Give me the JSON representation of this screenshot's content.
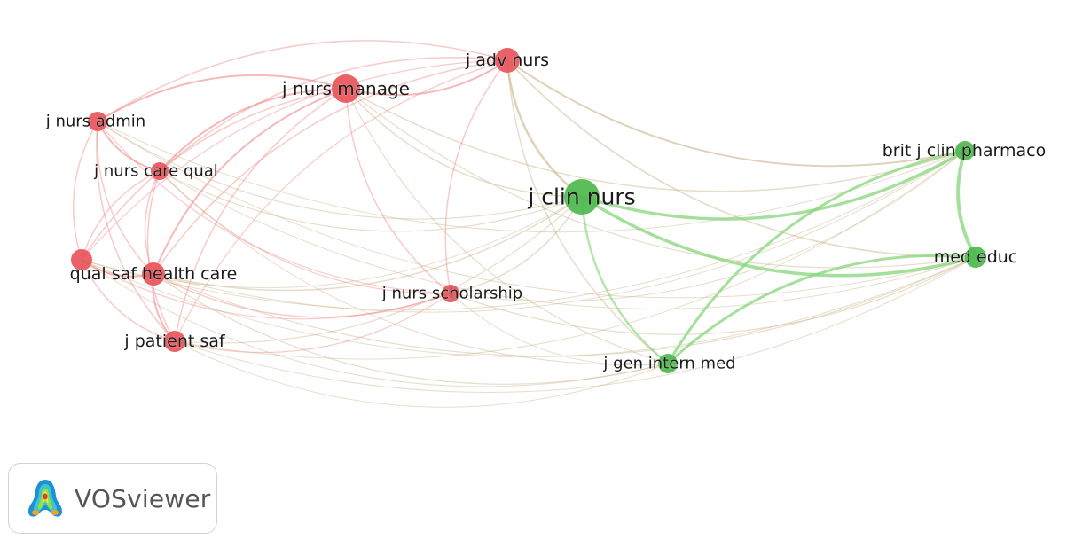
{
  "colors": {
    "cluster_red": "#e8545a",
    "cluster_green": "#4cb84c",
    "edge_red": "#f08a8a",
    "edge_green": "#86d57a",
    "edge_mixed": "#c9b48a"
  },
  "nodes": [
    {
      "id": "jnm",
      "label": "j nurs manage",
      "cluster": "red"
    },
    {
      "id": "jan",
      "label": "j adv nurs",
      "cluster": "red"
    },
    {
      "id": "jna",
      "label": "j nurs admin",
      "cluster": "red"
    },
    {
      "id": "jncq",
      "label": "j nurs care qual",
      "cluster": "red"
    },
    {
      "id": "qs",
      "label": "",
      "cluster": "red"
    },
    {
      "id": "qshc",
      "label": "qual saf health care",
      "cluster": "red"
    },
    {
      "id": "jps",
      "label": "j patient saf",
      "cluster": "red"
    },
    {
      "id": "jns",
      "label": "j nurs scholarship",
      "cluster": "red"
    },
    {
      "id": "jcn",
      "label": "j clin nurs",
      "cluster": "green"
    },
    {
      "id": "bjcp",
      "label": "brit j clin pharmaco",
      "cluster": "green"
    },
    {
      "id": "me",
      "label": "med educ",
      "cluster": "green"
    },
    {
      "id": "jgim",
      "label": "j gen intern med",
      "cluster": "green"
    }
  ],
  "links": [
    [
      "jnm",
      "jan",
      2
    ],
    [
      "jnm",
      "jna",
      2
    ],
    [
      "jnm",
      "jncq",
      2
    ],
    [
      "jnm",
      "qshc",
      2
    ],
    [
      "jnm",
      "jps",
      1.5
    ],
    [
      "jnm",
      "jns",
      1.5
    ],
    [
      "jnm",
      "qs",
      1.5
    ],
    [
      "jnm",
      "jcn",
      1.5
    ],
    [
      "jnm",
      "bjcp",
      1.5
    ],
    [
      "jnm",
      "me",
      1.2
    ],
    [
      "jnm",
      "jgim",
      1.2
    ],
    [
      "jan",
      "jna",
      1.5
    ],
    [
      "jan",
      "jncq",
      1.5
    ],
    [
      "jan",
      "qshc",
      1.5
    ],
    [
      "jan",
      "jps",
      1.2
    ],
    [
      "jan",
      "jns",
      1.5
    ],
    [
      "jan",
      "qs",
      1.2
    ],
    [
      "jan",
      "jcn",
      2.5
    ],
    [
      "jan",
      "bjcp",
      2
    ],
    [
      "jan",
      "me",
      1.8
    ],
    [
      "jan",
      "jgim",
      1.5
    ],
    [
      "jna",
      "jncq",
      2
    ],
    [
      "jna",
      "qshc",
      1.5
    ],
    [
      "jna",
      "jps",
      1.5
    ],
    [
      "jna",
      "qs",
      1.5
    ],
    [
      "jna",
      "jns",
      1.2
    ],
    [
      "jna",
      "jcn",
      1.2
    ],
    [
      "jna",
      "bjcp",
      1
    ],
    [
      "jna",
      "me",
      1
    ],
    [
      "jncq",
      "qshc",
      1.5
    ],
    [
      "jncq",
      "jps",
      1.5
    ],
    [
      "jncq",
      "qs",
      1.5
    ],
    [
      "jncq",
      "jns",
      1.2
    ],
    [
      "jncq",
      "jcn",
      1.2
    ],
    [
      "jncq",
      "jgim",
      1
    ],
    [
      "jncq",
      "me",
      1
    ],
    [
      "qs",
      "qshc",
      2
    ],
    [
      "qs",
      "jps",
      1.5
    ],
    [
      "qs",
      "jns",
      1.2
    ],
    [
      "qs",
      "jcn",
      1
    ],
    [
      "qs",
      "jgim",
      1
    ],
    [
      "qs",
      "me",
      1
    ],
    [
      "qs",
      "bjcp",
      1
    ],
    [
      "qshc",
      "jps",
      2
    ],
    [
      "qshc",
      "jns",
      1.5
    ],
    [
      "qshc",
      "jcn",
      1.5
    ],
    [
      "qshc",
      "jgim",
      1.2
    ],
    [
      "qshc",
      "me",
      1.2
    ],
    [
      "qshc",
      "bjcp",
      1
    ],
    [
      "jps",
      "jns",
      1.2
    ],
    [
      "jps",
      "jcn",
      1.2
    ],
    [
      "jps",
      "jgim",
      1
    ],
    [
      "jps",
      "me",
      1
    ],
    [
      "jps",
      "bjcp",
      1
    ],
    [
      "jns",
      "jcn",
      1.5
    ],
    [
      "jns",
      "jgim",
      1
    ],
    [
      "jns",
      "me",
      1.2
    ],
    [
      "jns",
      "bjcp",
      1
    ],
    [
      "jcn",
      "bjcp",
      3.5
    ],
    [
      "jcn",
      "me",
      3.5
    ],
    [
      "jcn",
      "jgim",
      2.5
    ],
    [
      "bjcp",
      "me",
      4
    ],
    [
      "bjcp",
      "jgim",
      3
    ],
    [
      "me",
      "jgim",
      3
    ]
  ],
  "branding": {
    "logo_text": "VOSviewer"
  }
}
